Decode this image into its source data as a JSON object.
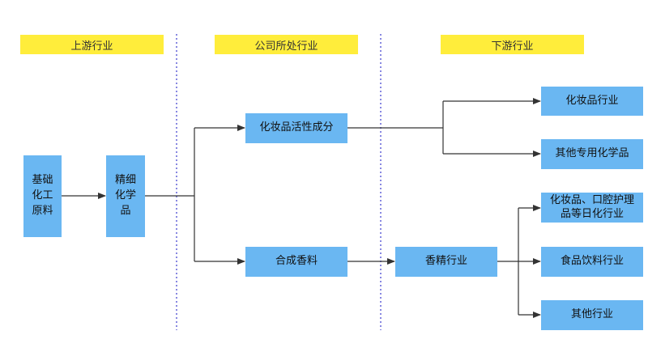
{
  "headers": {
    "upstream": "上游行业",
    "company": "公司所处行业",
    "downstream": "下游行业"
  },
  "nodes": {
    "basic_chem_1": "基础",
    "basic_chem_2": "化工",
    "basic_chem_3": "原料",
    "fine_chem_1": "精细",
    "fine_chem_2": "化学",
    "fine_chem_3": "品",
    "cosmetic_active": "化妆品活性成分",
    "synthetic_fragrance": "合成香料",
    "flavor_fragrance": "香精行业",
    "cosmetics_industry": "化妆品行业",
    "other_chemicals": "其他专用化学品",
    "daily_chem_1": "化妆品、口腔护理",
    "daily_chem_2": "品等日化行业",
    "food_beverage": "食品饮料行业",
    "other_industry": "其他行业"
  },
  "colors": {
    "header_bg": "#ffed3b",
    "box_bg": "#6ab7f2",
    "divider": "#3a3acd",
    "arrow": "#333333"
  }
}
